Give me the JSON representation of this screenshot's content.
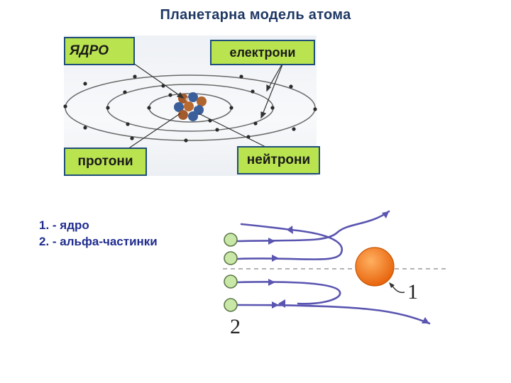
{
  "title": "Планетарна  модель атома",
  "atom_diagram": {
    "labels": {
      "nucleus": "ЯДРО",
      "electrons": "електрони",
      "protons": "протони",
      "neutrons": "нейтрони"
    },
    "label_color": "#b9e34f",
    "orbit_count": 3
  },
  "legend": {
    "item1": "1. - ядро",
    "item2": "2. - альфа-частинки"
  },
  "scattering_diagram": {
    "nucleus_marker": "1",
    "alpha_marker": "2",
    "nucleus_color": "#f07a1c",
    "alpha_color": "#c9e7a7",
    "trajectory_color": "#5a55b0",
    "alpha_particle_count": 4
  }
}
